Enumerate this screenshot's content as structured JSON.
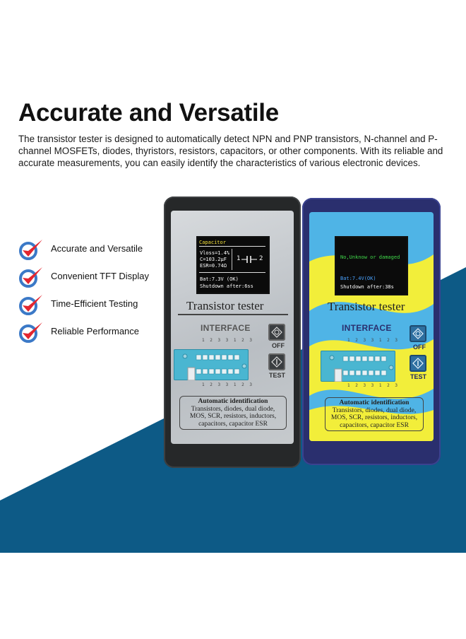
{
  "headline": "Accurate and Versatile",
  "description": "The transistor tester is designed to automatically detect NPN and PNP transistors, N-channel and P-channel MOSFETs, diodes, thyristors, resistors, capacitors, or other components.  With its reliable and accurate measurements, you can easily identify the characteristics of various electronic devices.",
  "features": [
    "Accurate and Versatile",
    "Convenient TFT Display",
    "Time-Efficient Testing",
    "Reliable Performance"
  ],
  "device_a": {
    "screen_header": "Capacitor",
    "screen_lines": [
      "Vloss=1.4%",
      "C=103.2μF",
      "ESR=0.74Ω"
    ],
    "symbol_left": "1",
    "symbol_right": "2",
    "bat": "Bat:7.3V (OK)",
    "shutdown": "Shutdown after:6ss",
    "title": "Transistor tester",
    "interface": "INTERFACE",
    "pins": "1 2 3 3 1 2 3",
    "pins_bottom": "1 2 3 3 1 2 3",
    "off_label": "OFF",
    "test_label": "TEST",
    "ident_title": "Automatic identification",
    "ident_lines": [
      "Transistors, diodes, dual diode,",
      "MOS, SCR, resistors, inductors,",
      "capacitors, capacitor ESR"
    ]
  },
  "device_b": {
    "screen_status": "No,Unknow or damaged",
    "bat": "Bat:7.4V(OK)",
    "shutdown": "Shutdown after:38s",
    "title": "Transistor tester",
    "interface": "INTERFACE",
    "pins": "1 2 3 3 1 2 3",
    "pins_bottom": "1 2 3 3 1 2 3",
    "off_label": "OFF",
    "test_label": "TEST",
    "ident_title": "Automatic identification",
    "ident_lines": [
      "Transistors, diodes, dual diode,",
      "MOS, SCR, resistors, inductors,",
      "capacitors, capacitor ESR"
    ]
  },
  "colors": {
    "background_blue": "#0d5a86",
    "check_red": "#e3262f",
    "check_blue": "#3b79c7",
    "device_b_yellow": "#f2ee3a",
    "device_b_cyan": "#4fb4e6"
  }
}
